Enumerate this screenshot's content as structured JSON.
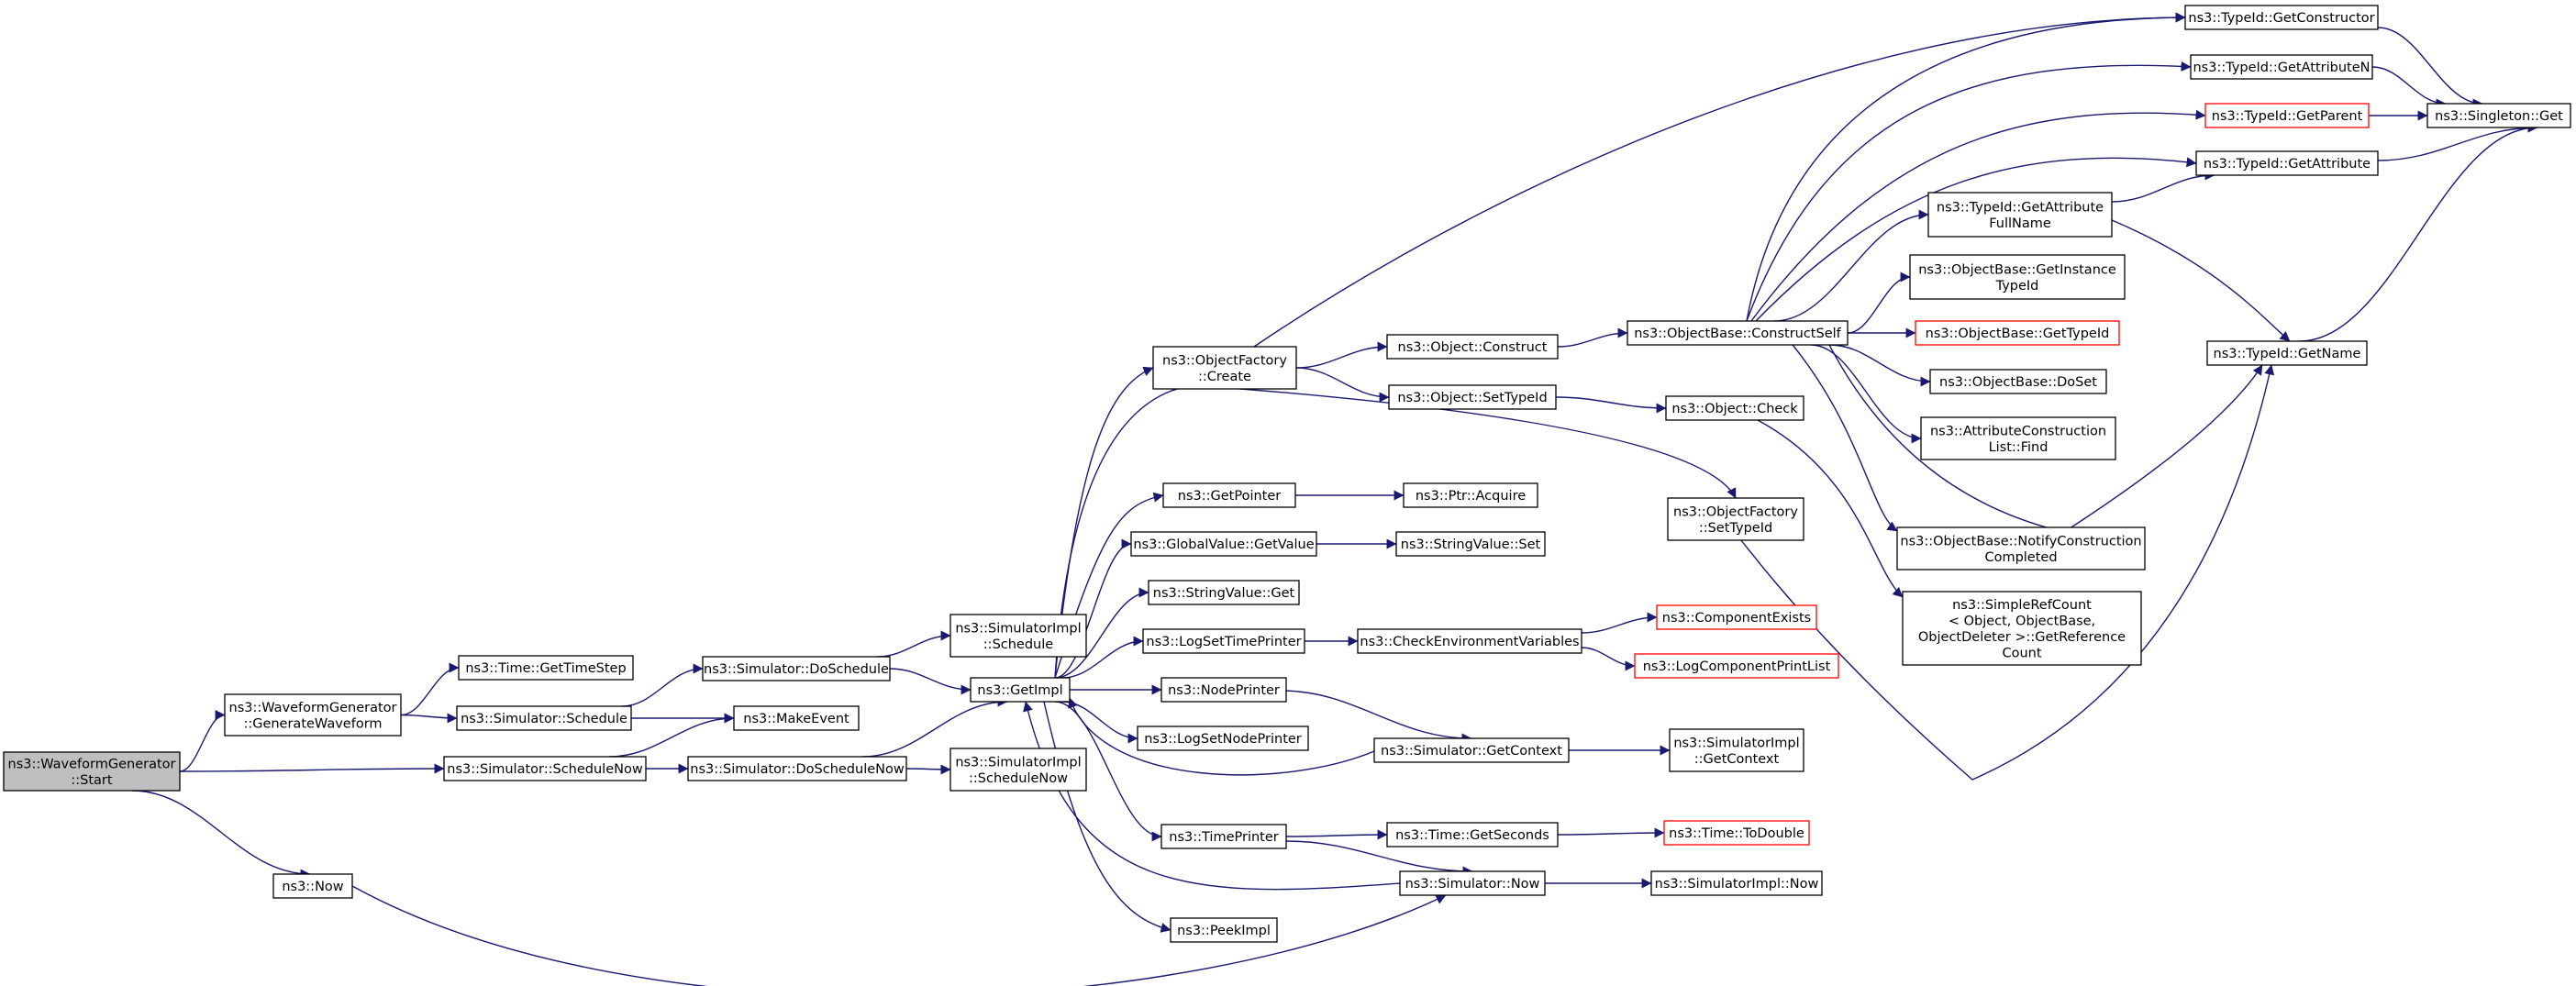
{
  "colors": {
    "edge": "#191970",
    "node_border": "#000000",
    "undocumented_border": "#ff0000",
    "root_fill": "#bfbfbf"
  },
  "nodes": {
    "start": [
      "ns3::WaveformGenerator",
      "::Start"
    ],
    "generateWaveform": [
      "ns3::WaveformGenerator",
      "::GenerateWaveform"
    ],
    "getTimeStep": [
      "ns3::Time::GetTimeStep"
    ],
    "schedule": [
      "ns3::Simulator::Schedule"
    ],
    "makeEvent": [
      "ns3::MakeEvent"
    ],
    "doSchedule": [
      "ns3::Simulator::DoSchedule"
    ],
    "scheduleNow": [
      "ns3::Simulator::ScheduleNow"
    ],
    "doScheduleNow": [
      "ns3::Simulator::DoScheduleNow"
    ],
    "now": [
      "ns3::Now"
    ],
    "implSchedule": [
      "ns3::SimulatorImpl",
      "::Schedule"
    ],
    "getImpl": [
      "ns3::GetImpl"
    ],
    "implScheduleNow": [
      "ns3::SimulatorImpl",
      "::ScheduleNow"
    ],
    "ofCreate": [
      "ns3::ObjectFactory",
      "::Create"
    ],
    "getPointer": [
      "ns3::GetPointer"
    ],
    "gvGetValue": [
      "ns3::GlobalValue::GetValue"
    ],
    "svGet": [
      "ns3::StringValue::Get"
    ],
    "logSetTimePrinter": [
      "ns3::LogSetTimePrinter"
    ],
    "nodePrinter": [
      "ns3::NodePrinter"
    ],
    "logSetNodePrinter": [
      "ns3::LogSetNodePrinter"
    ],
    "timePrinter": [
      "ns3::TimePrinter"
    ],
    "peekImpl": [
      "ns3::PeekImpl"
    ],
    "objConstruct": [
      "ns3::Object::Construct"
    ],
    "objSetTypeId": [
      "ns3::Object::SetTypeId"
    ],
    "ptrAcquire": [
      "ns3::Ptr::Acquire"
    ],
    "svSet": [
      "ns3::StringValue::Set"
    ],
    "checkEnv": [
      "ns3::CheckEnvironmentVariables"
    ],
    "simGetContext": [
      "ns3::Simulator::GetContext"
    ],
    "timeGetSeconds": [
      "ns3::Time::GetSeconds"
    ],
    "simNow": [
      "ns3::Simulator::Now"
    ],
    "constructSelf": [
      "ns3::ObjectBase::ConstructSelf"
    ],
    "objCheck": [
      "ns3::Object::Check"
    ],
    "ofSetTypeId": [
      "ns3::ObjectFactory",
      "::SetTypeId"
    ],
    "componentExists": [
      "ns3::ComponentExists"
    ],
    "logComponentPrintList": [
      "ns3::LogComponentPrintList"
    ],
    "implGetContext": [
      "ns3::SimulatorImpl",
      "::GetContext"
    ],
    "timeToDouble": [
      "ns3::Time::ToDouble"
    ],
    "implNow": [
      "ns3::SimulatorImpl::Now"
    ],
    "tidGetAttrFullName": [
      "ns3::TypeId::GetAttribute",
      "FullName"
    ],
    "obGetInstanceTypeId": [
      "ns3::ObjectBase::GetInstance",
      "TypeId"
    ],
    "obGetTypeId": [
      "ns3::ObjectBase::GetTypeId"
    ],
    "obDoSet": [
      "ns3::ObjectBase::DoSet"
    ],
    "attrConstructionFind": [
      "ns3::AttributeConstruction",
      "List::Find"
    ],
    "obNotifyConstruction": [
      "ns3::ObjectBase::NotifyConstruction",
      "Completed"
    ],
    "simpleRefCount": [
      "ns3::SimpleRefCount",
      "< Object, ObjectBase,",
      " ObjectDeleter >::GetReference",
      "Count"
    ],
    "tidGetConstructor": [
      "ns3::TypeId::GetConstructor"
    ],
    "tidGetAttributeN": [
      "ns3::TypeId::GetAttributeN"
    ],
    "tidGetParent": [
      "ns3::TypeId::GetParent"
    ],
    "tidGetAttribute": [
      "ns3::TypeId::GetAttribute"
    ],
    "tidGetName": [
      "ns3::TypeId::GetName"
    ],
    "singletonGet": [
      "ns3::Singleton::Get"
    ]
  }
}
